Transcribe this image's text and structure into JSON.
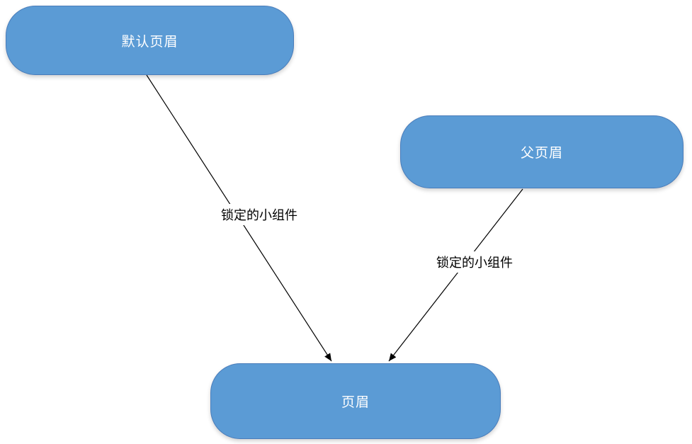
{
  "diagram": {
    "type": "flow-diagram",
    "nodes": [
      {
        "id": "default-header",
        "label": "默认页眉"
      },
      {
        "id": "parent-header",
        "label": "父页眉"
      },
      {
        "id": "header",
        "label": "页眉"
      }
    ],
    "edges": [
      {
        "from": "default-header",
        "to": "header",
        "label": "锁定的小组件"
      },
      {
        "from": "parent-header",
        "to": "header",
        "label": "锁定的小组件"
      }
    ]
  },
  "colors": {
    "node_fill": "#5b9bd5",
    "node_border": "#4a7dbb",
    "node_text": "#ffffff",
    "line_color": "#000000",
    "label_text": "#000000",
    "background": "#ffffff"
  }
}
